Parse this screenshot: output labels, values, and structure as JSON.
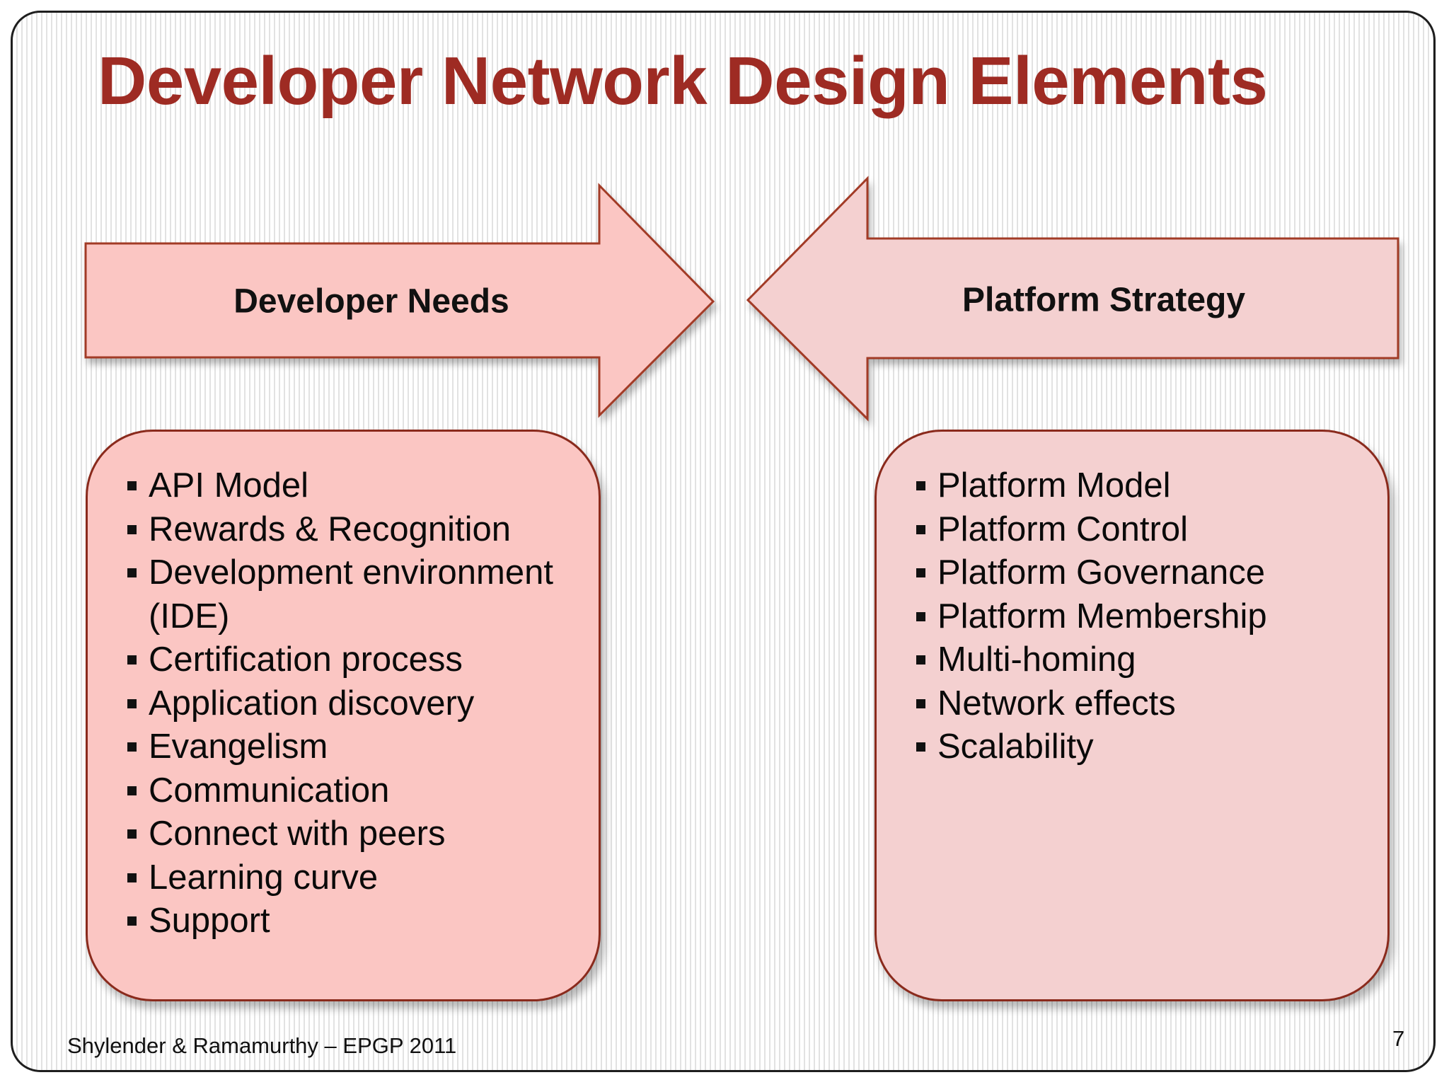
{
  "slide": {
    "title": "Developer Network Design Elements",
    "footer": "Shylender & Ramamurthy – EPGP 2011",
    "page_number": "7"
  },
  "left_arrow": {
    "label": "Developer Needs",
    "fill": "#fbc6c3",
    "stroke": "#a23a28"
  },
  "right_arrow": {
    "label": "Platform Strategy",
    "fill": "#f4d0d0",
    "stroke": "#a23a28"
  },
  "left_box": {
    "items": [
      "API Model",
      "Rewards & Recognition",
      "Development environment (IDE)",
      "Certification process",
      "Application discovery",
      "Evangelism",
      "Communication",
      "Connect with peers",
      "Learning curve",
      "Support"
    ]
  },
  "right_box": {
    "items": [
      "Platform Model",
      "Platform Control",
      "Platform Governance",
      "Platform Membership",
      "Multi-homing",
      "Network effects",
      "Scalability"
    ]
  },
  "colors": {
    "title": "#9e2b23",
    "text": "#0a0a0a",
    "box_border": "#8a2a1c"
  }
}
